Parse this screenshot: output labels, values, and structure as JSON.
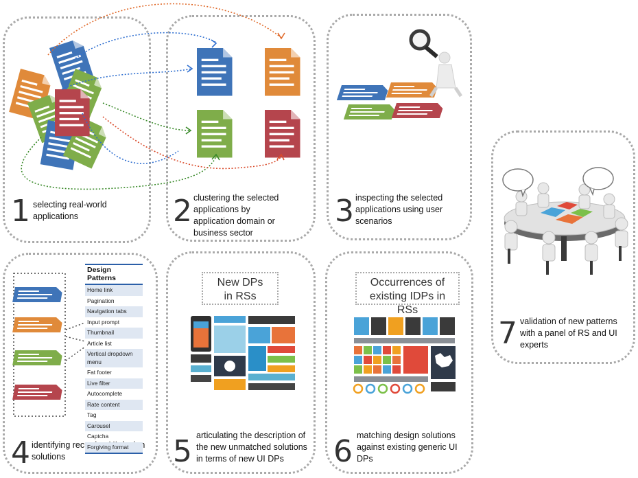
{
  "steps": [
    {
      "number": "1",
      "caption": "selecting real-world applications"
    },
    {
      "number": "2",
      "caption": "clustering the selected applications by application domain or business sector"
    },
    {
      "number": "3",
      "caption": "inspecting the selected applications using user scenarios"
    },
    {
      "number": "4",
      "caption": "identifying recurring UI design solutions"
    },
    {
      "number": "5",
      "caption": "articulating the description of the new unmatched solutions in terms of new UI DPs"
    },
    {
      "number": "6",
      "caption": "matching design solutions against existing generic UI DPs"
    },
    {
      "number": "7",
      "caption": "validation of new patterns with a panel of RS and UI experts"
    }
  ],
  "design_patterns": {
    "title": "Design Patterns",
    "items": [
      "Home link",
      "Pagination",
      "Navigation tabs",
      "Input prompt",
      "Thumbnail",
      "Article list",
      "Vertical dropdown menu",
      "Fat footer",
      "Live filter",
      "Autocomplete",
      "Rate content",
      "Tag",
      "Carousel",
      "Captcha",
      "Forgiving format"
    ]
  },
  "step5_title": "New DPs in RSs",
  "step6_title": "Occurrences of existing IDPs in RSs",
  "colors": {
    "blue": "#3f74b8",
    "orange": "#e08a3a",
    "green": "#7fad4a",
    "red": "#b5454d",
    "border": "#a9a9a9"
  }
}
